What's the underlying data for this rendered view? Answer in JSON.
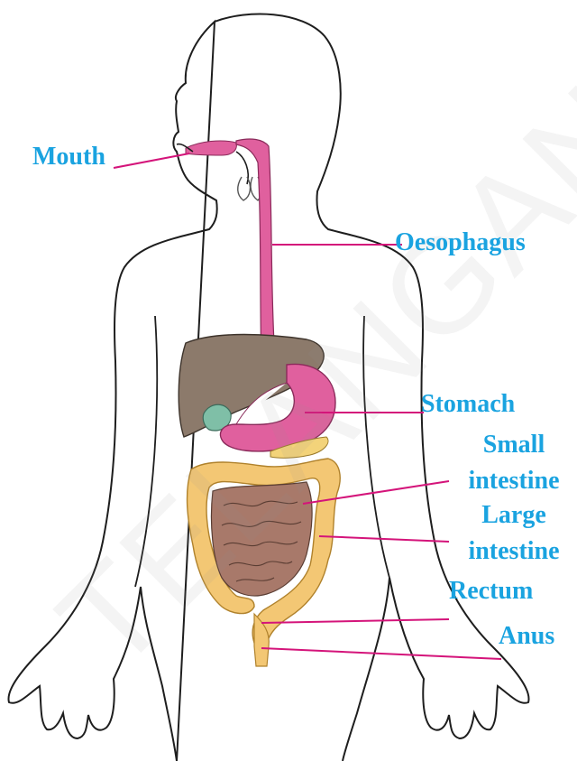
{
  "labels": {
    "mouth": "Mouth",
    "oesophagus": "Oesophagus",
    "stomach": "Stomach",
    "small_intestine_1": "Small",
    "small_intestine_2": "intestine",
    "large_intestine_1": "Large",
    "large_intestine_2": "intestine",
    "rectum": "Rectum",
    "anus": "Anus"
  },
  "watermark": "TELANGANA",
  "colors": {
    "label_text": "#1aa3e0",
    "leader_line": "#d4147a",
    "oesophagus_stomach": "#e0609e",
    "liver": "#8c7a6b",
    "small_intestine": "#a8796a",
    "large_intestine": "#f3c774",
    "gall_bladder": "#7fbfa7",
    "outline": "#1e1e1e"
  }
}
